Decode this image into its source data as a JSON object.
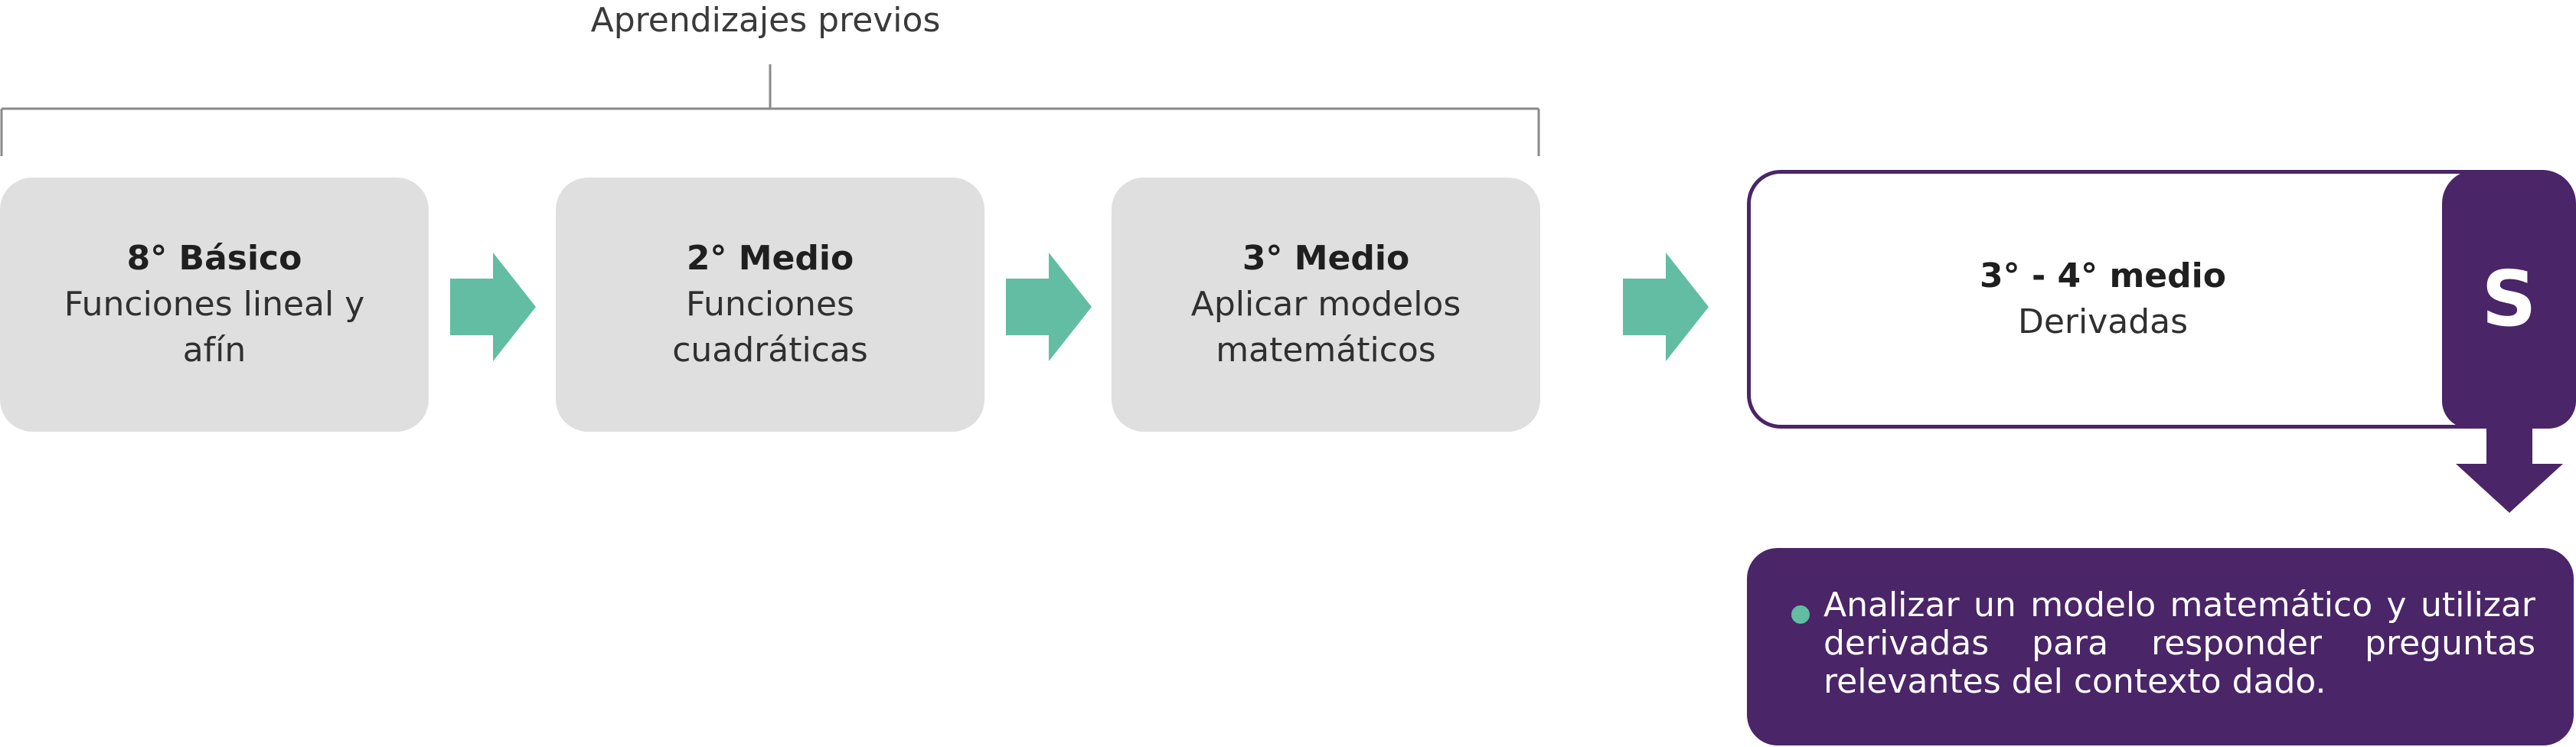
{
  "header": {
    "title": "Aprendizajes previos"
  },
  "steps": [
    {
      "level": "8° Básico",
      "topic": "Funciones lineal y afín"
    },
    {
      "level": "2° Medio",
      "topic": "Funciones cuadráticas"
    },
    {
      "level": "3° Medio",
      "topic": "Aplicar modelos matemáticos"
    }
  ],
  "target": {
    "level": "3° - 4° medio",
    "topic": "Derivadas",
    "badge": "S"
  },
  "goal": {
    "text": "Analizar un modelo matemático y utilizar derivadas para responder preguntas relevantes del contexto dado."
  },
  "colors": {
    "step_bg": "#dfdfe0",
    "arrow": "#62bda2",
    "accent": "#4a2568",
    "bracket": "#8a8a8a"
  }
}
